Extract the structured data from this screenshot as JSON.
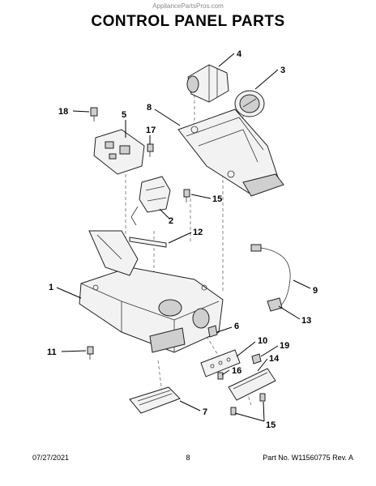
{
  "header": {
    "watermark": "AppliancePartsPros.com",
    "title": "CONTROL PANEL PARTS"
  },
  "callouts": {
    "c1": "1",
    "c2": "2",
    "c3": "3",
    "c4": "4",
    "c5": "5",
    "c6": "6",
    "c7": "7",
    "c8": "8",
    "c9": "9",
    "c10": "10",
    "c11": "11",
    "c12": "12",
    "c13": "13",
    "c14": "14",
    "c15a": "15",
    "c15b": "15",
    "c16": "16",
    "c17": "17",
    "c18": "18",
    "c19": "19"
  },
  "footer": {
    "date": "07/27/2021",
    "page": "8",
    "part_number": "Part No. W11560775  Rev. A"
  }
}
